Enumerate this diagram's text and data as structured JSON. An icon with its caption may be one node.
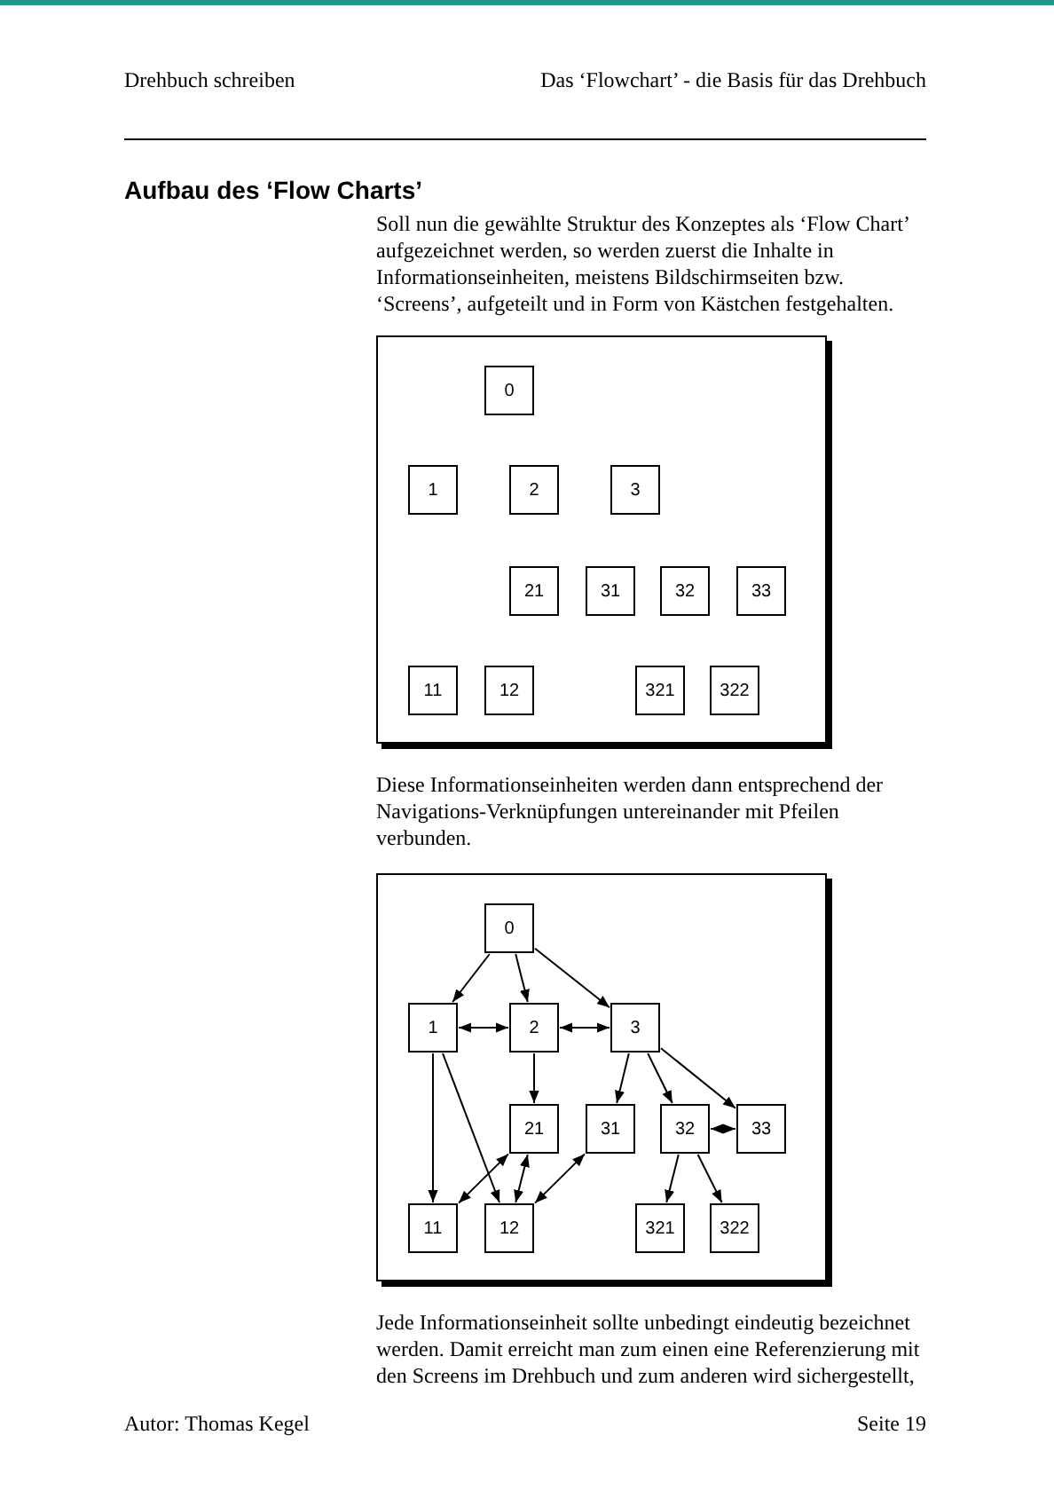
{
  "diagram": {
    "title": "Aufbau des ‘Flow Charts’",
    "nodes": [
      {
        "text": [],
        "shape": "box"
      },
      {
        "text": [
          "0"
        ],
        "in": 0
      },
      {
        "text": [
          "1"
        ],
        "in": 0
      },
      {
        "text": [
          "2"
        ],
        "in": 0
      },
      {
        "text": [
          "3"
        ],
        "in": 0
      },
      {
        "text": [
          "21"
        ],
        "in": 0
      },
      {
        "text": [
          "31"
        ],
        "in": 0
      },
      {
        "text": [
          "32"
        ],
        "in": 0
      },
      {
        "text": [
          "33"
        ],
        "in": 0
      },
      {
        "text": [
          "11"
        ],
        "in": 0
      },
      {
        "text": [
          "12"
        ],
        "in": 0
      },
      {
        "text": [
          "321"
        ],
        "in": 0
      },
      {
        "text": [
          "322"
        ],
        "in": 0
      },
      {
        "text": [],
        "shape": "box"
      },
      {
        "text": [
          "0"
        ],
        "in": 13
      },
      {
        "text": [
          "1"
        ],
        "in": 13
      },
      {
        "text": [
          "2"
        ],
        "in": 13
      },
      {
        "text": [
          "3"
        ],
        "in": 13
      },
      {
        "text": [
          "21"
        ],
        "in": 13
      },
      {
        "text": [
          "31"
        ],
        "in": 13
      },
      {
        "text": [
          "32"
        ],
        "in": 13
      },
      {
        "text": [
          "33"
        ],
        "in": 13
      },
      {
        "text": [
          "11"
        ],
        "in": 13
      },
      {
        "text": [
          "12"
        ],
        "in": 13
      },
      {
        "text": [
          "321"
        ],
        "in": 13
      },
      {
        "text": [
          "322"
        ],
        "in": 13
      }
    ],
    "edges": [
      {
        "from": 14,
        "to": 15,
        "arrow": "to"
      },
      {
        "from": 14,
        "to": 16,
        "arrow": "to"
      },
      {
        "from": 14,
        "to": 17,
        "arrow": "to"
      },
      {
        "from": 15,
        "to": 16,
        "arrow": "both"
      },
      {
        "from": 16,
        "to": 17,
        "arrow": "both"
      },
      {
        "from": 16,
        "to": 18,
        "arrow": "to"
      },
      {
        "from": 17,
        "to": 19,
        "arrow": "to"
      },
      {
        "from": 17,
        "to": 20,
        "arrow": "to"
      },
      {
        "from": 17,
        "to": 21,
        "arrow": "to"
      },
      {
        "from": 20,
        "to": 21,
        "arrow": "both"
      },
      {
        "from": 15,
        "to": 22,
        "arrow": "to"
      },
      {
        "from": 15,
        "to": 23,
        "arrow": "to"
      },
      {
        "from": 18,
        "to": 22,
        "arrow": "both"
      },
      {
        "from": 18,
        "to": 23,
        "arrow": "both"
      },
      {
        "from": 23,
        "to": 19,
        "arrow": "both"
      },
      {
        "from": 20,
        "to": 24,
        "arrow": "to"
      },
      {
        "from": 20,
        "to": 25,
        "arrow": "to"
      }
    ],
    "labels": [
      "Drehbuch schreiben",
      "Das ‘Flowchart’ - die Basis für das Drehbuch",
      "Soll nun die gewählte Struktur des Konzeptes als ‘Flow Chart’ aufgezeichnet werden, so werden zuerst die Inhalte in Informationseinheiten, meistens Bildschirmseiten bzw. ‘Screens’, aufgeteilt und in Form von Kästchen festgehalten.",
      "Diese Informationseinheiten werden dann entsprechend der Navigations-Verknüpfungen untereinander mit Pfeilen verbunden.",
      "Jede Informationseinheit sollte unbedingt eindeutig bezeichnet werden. Damit erreicht man zum einen eine Referenzierung mit den Screens im Drehbuch und zum anderen wird sichergestellt,",
      "Autor: Thomas Kegel",
      "Seite 19"
    ]
  }
}
